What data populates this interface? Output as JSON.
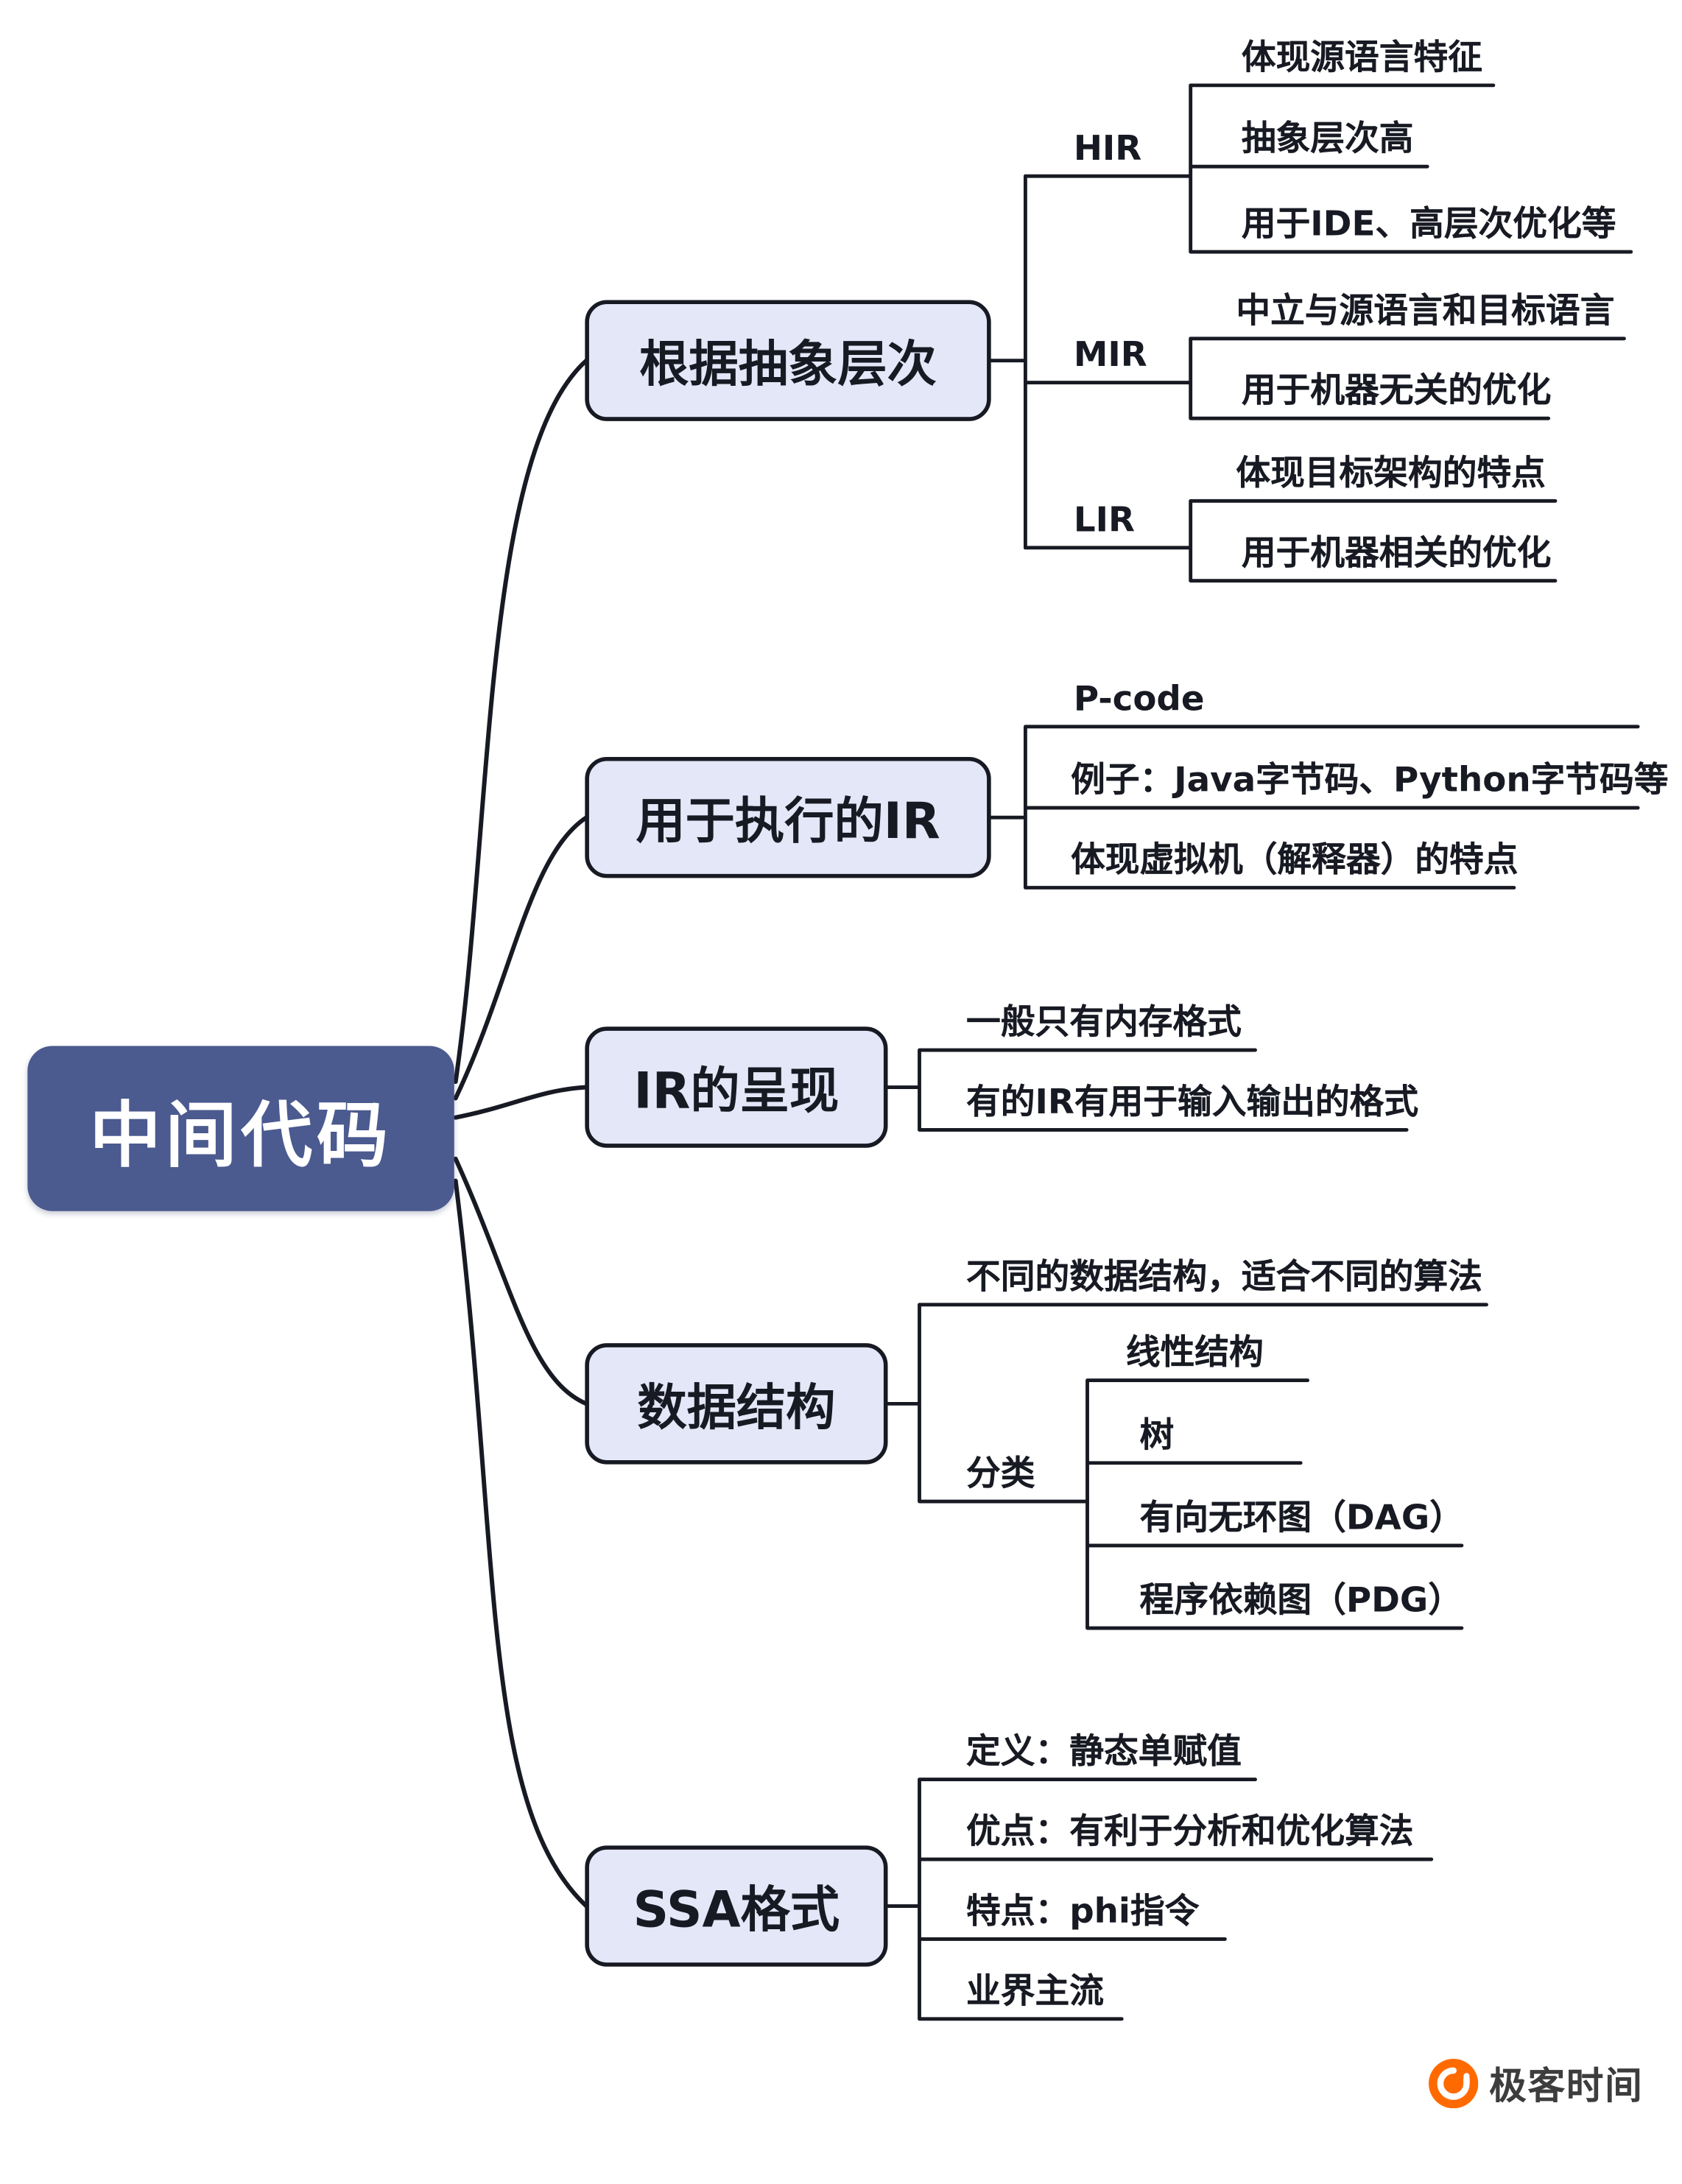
{
  "root": {
    "label": "中间代码"
  },
  "branches": [
    {
      "label": "根据抽象层次",
      "children": [
        {
          "label": "HIR",
          "children": [
            "体现源语言特征",
            "抽象层次高",
            "用于IDE、高层次优化等"
          ]
        },
        {
          "label": "MIR",
          "children": [
            "中立与源语言和目标语言",
            "用于机器无关的优化"
          ]
        },
        {
          "label": "LIR",
          "children": [
            "体现目标架构的特点",
            "用于机器相关的优化"
          ]
        }
      ]
    },
    {
      "label": "用于执行的IR",
      "children": [
        "P-code",
        "例子：Java字节码、Python字节码等",
        "体现虚拟机（解释器）的特点"
      ]
    },
    {
      "label": "IR的呈现",
      "children": [
        "一般只有内存格式",
        "有的IR有用于输入输出的格式"
      ]
    },
    {
      "label": "数据结构",
      "children": [
        "不同的数据结构，适合不同的算法",
        {
          "label": "分类",
          "children": [
            "线性结构",
            "树",
            "有向无环图（DAG）",
            "程序依赖图（PDG）"
          ]
        }
      ]
    },
    {
      "label": "SSA格式",
      "children": [
        "定义：静态单赋值",
        "优点：有利于分析和优化算法",
        "特点：phi指令",
        "业界主流"
      ]
    }
  ],
  "footer": {
    "brand": "极客时间"
  },
  "colors": {
    "root_fill": "#4b5a8f",
    "branch_fill": "#e4e7f8",
    "line": "#181a23",
    "brand_orange": "#ff6a00"
  }
}
